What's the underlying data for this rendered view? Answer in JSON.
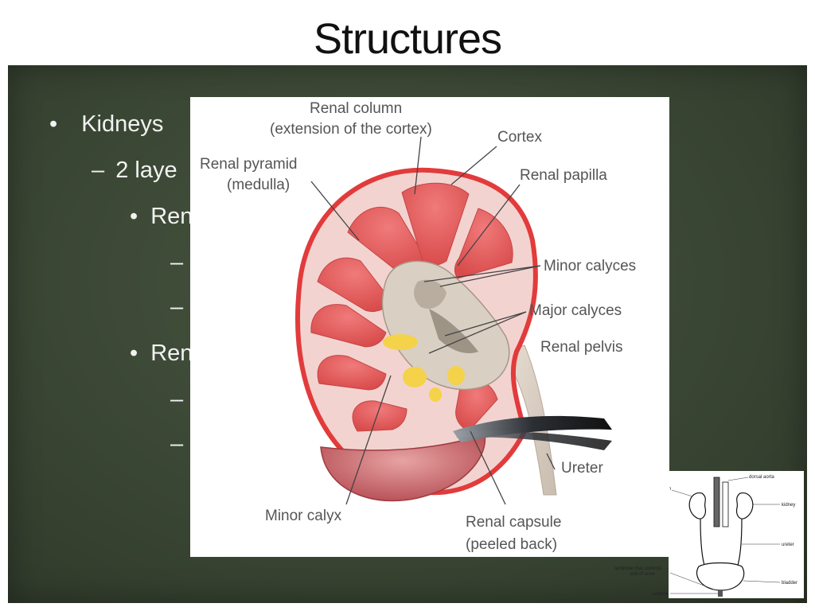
{
  "slide": {
    "title": "Structures",
    "bullets": {
      "l1_mark": "•",
      "l1_text": "Kidneys",
      "l2_mark": "–",
      "l2_text": "2 laye",
      "l3a_mark": "•",
      "l3a_text": "Ren",
      "l4a_mark": "–",
      "l4b_mark": "–",
      "l3b_mark": "•",
      "l3b_text": "Ren",
      "l4c_mark": "–",
      "l4d_mark": "–"
    }
  },
  "kidney_figure": {
    "labels": {
      "renal_column_1": "Renal column",
      "renal_column_2": "(extension of the cortex)",
      "cortex": "Cortex",
      "renal_pyramid_1": "Renal pyramid",
      "renal_pyramid_2": "(medulla)",
      "renal_papilla": "Renal papilla",
      "minor_calyces": "Minor calyces",
      "major_calyces": "Major calyces",
      "renal_pelvis": "Renal pelvis",
      "ureter": "Ureter",
      "minor_calyx": "Minor calyx",
      "renal_capsule_1": "Renal capsule",
      "renal_capsule_2": "(peeled back)"
    }
  },
  "urinary_diagram": {
    "labels": {
      "dorsal_aorta": "dorsal aorta",
      "kidney": "kidney",
      "ureter": "ureter",
      "sphincter_1": "sphincter that controls",
      "sphincter_2": "exit of urine",
      "bladder": "bladder",
      "urethra": "urethra",
      "left_cut": "n"
    }
  }
}
